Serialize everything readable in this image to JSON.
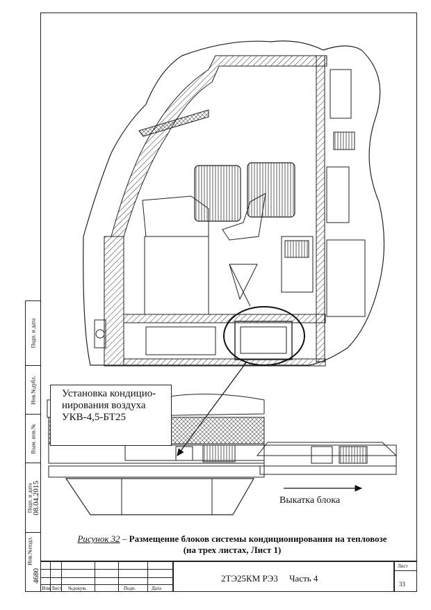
{
  "callout": {
    "line1": "Установка кондицио-",
    "line2": "нирования воздуха",
    "line3": "УКВ-4,5-БТ25"
  },
  "eject_label": "Выкатка блока",
  "caption": {
    "figure_ref": "Рисунок  32",
    "dash": " – ",
    "line1": "Размещение блоков системы кондиционирования на тепловозе",
    "line2": "(на трех листах, Лист 1)"
  },
  "margin": {
    "sign_date_top": "Подп. и дата",
    "inv_dubl": "Инв.№дубл.",
    "vzam_inv": "Взам. инв.№",
    "sign_date_bottom": "Подп. и дата",
    "date_value": "08.04.2015",
    "inv_podl": "Инв.№подл.",
    "inv_value": "4680"
  },
  "title_block": {
    "col_izm": "Изм",
    "col_list": "Лист",
    "col_docnum": "№докум.",
    "col_sign": "Подп.",
    "col_date": "Дата",
    "designation": "2ТЭ25КМ   РЭ3",
    "part": "Часть 4",
    "sheet_label": "Лист",
    "sheet_number": "33"
  }
}
